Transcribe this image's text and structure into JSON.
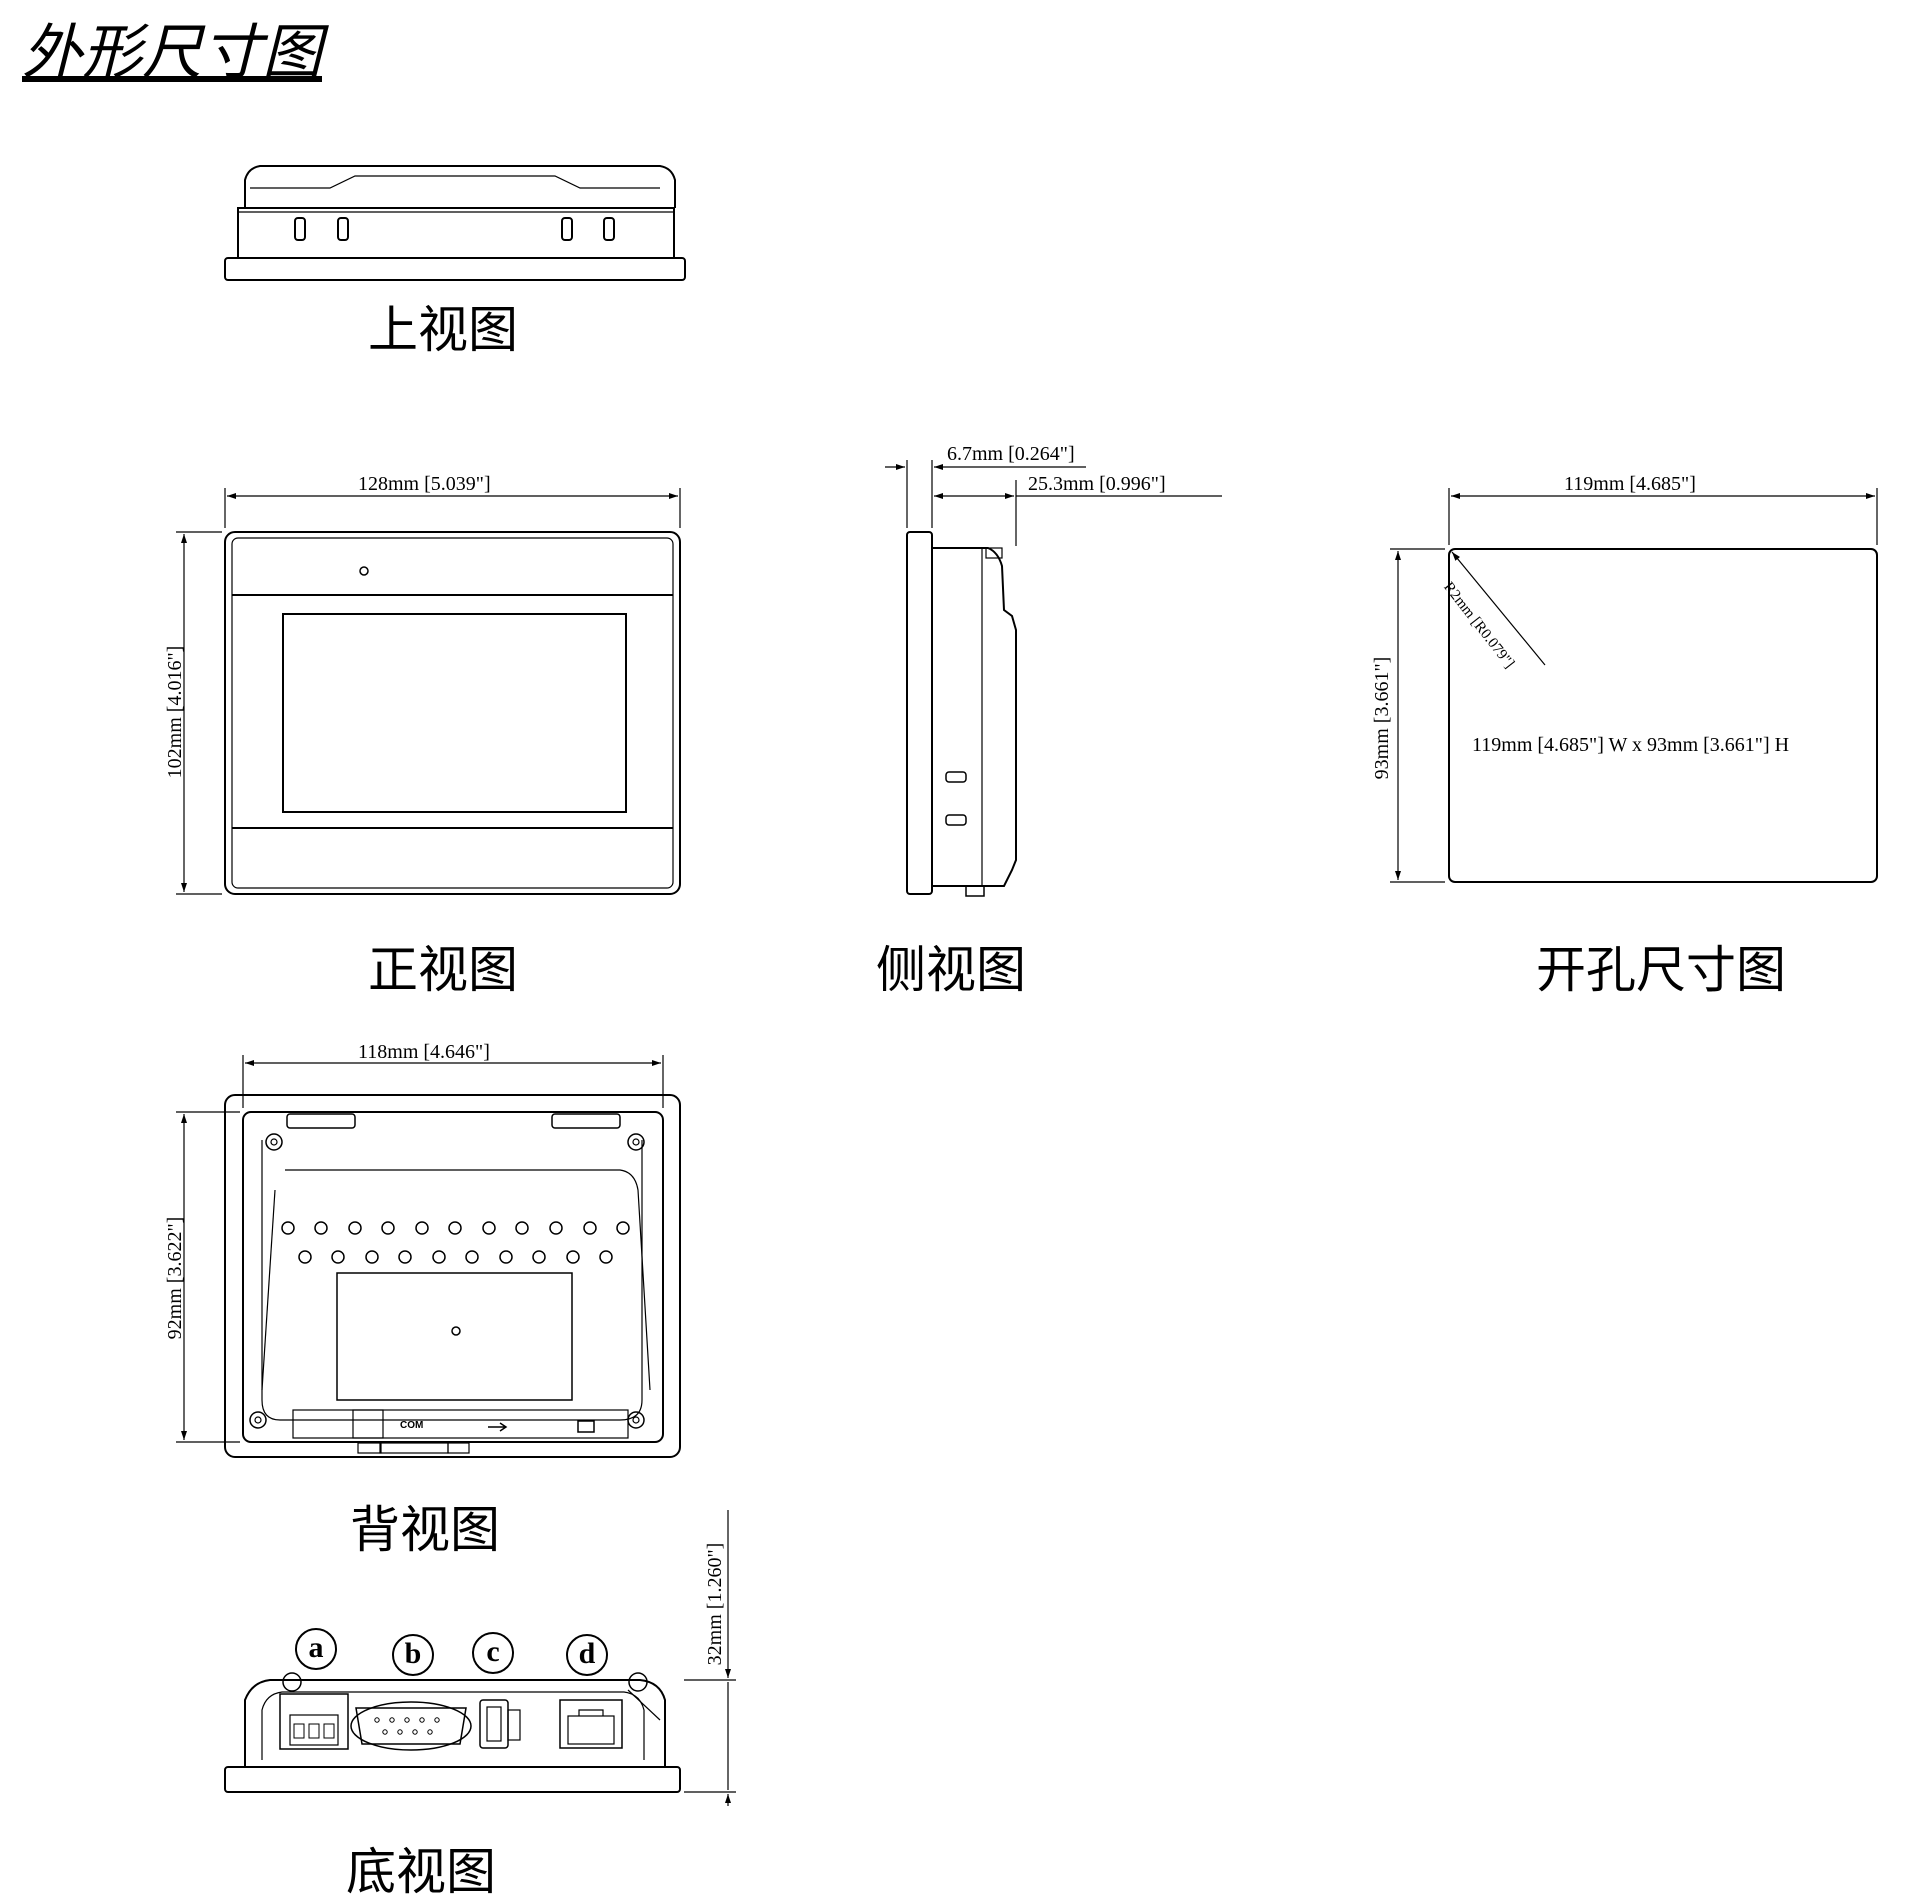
{
  "title": "外形尺寸图",
  "views": {
    "top": "上视图",
    "front": "正视图",
    "side": "侧视图",
    "cutout": "开孔尺寸图",
    "back": "背视图",
    "bottom": "底视图"
  },
  "dimensions": {
    "front_width": "128mm [5.039\"]",
    "front_height": "102mm [4.016\"]",
    "side_bezel": "6.7mm [0.264\"]",
    "side_depth": "25.3mm [0.996\"]",
    "cutout_width": "119mm [4.685\"]",
    "cutout_height": "93mm [3.661\"]",
    "cutout_radius": "R2mm [R0.079\"]",
    "back_width": "118mm [4.646\"]",
    "back_height": "92mm [3.622\"]",
    "bottom_height": "32mm [1.260\"]"
  },
  "cutout_note": "119mm [4.685\"]  W x 93mm [3.661\"] H",
  "back_ports": {
    "com": "COM"
  },
  "callouts": [
    "a",
    "b",
    "c",
    "d"
  ]
}
